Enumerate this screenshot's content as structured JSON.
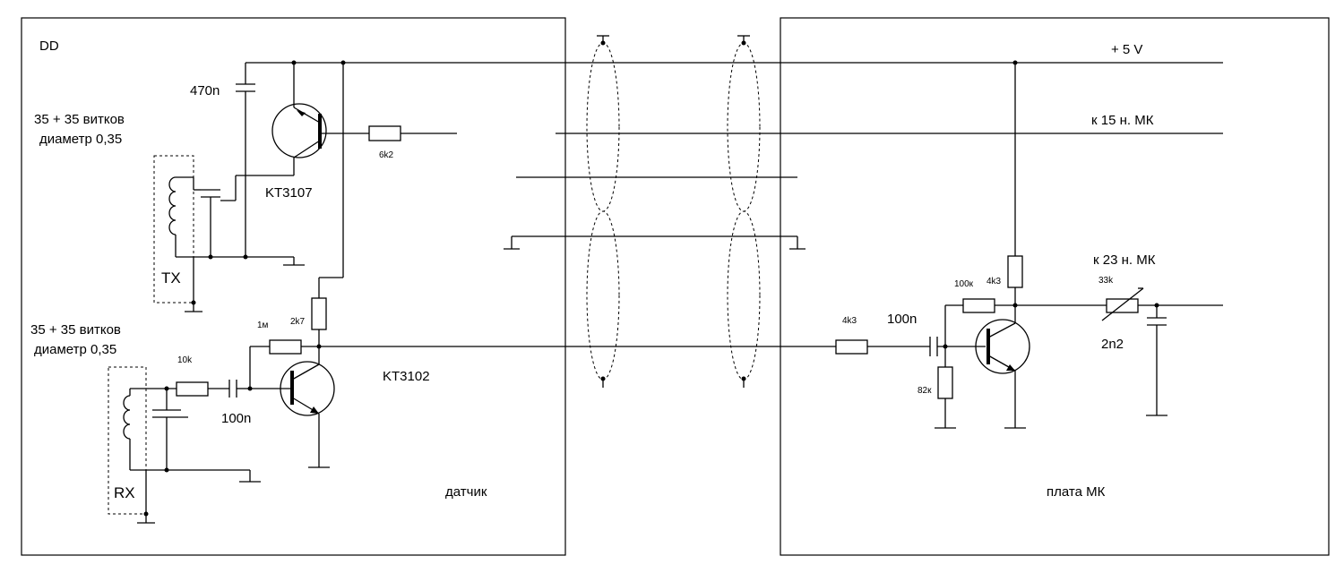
{
  "sensor": {
    "block_label": "DD",
    "title": "датчик",
    "tx_coil": {
      "turns": "35 + 35 витков",
      "diameter": "диаметр 0,35",
      "label": "TX"
    },
    "rx_coil": {
      "turns": "35 + 35 витков",
      "diameter": "диаметр 0,35",
      "label": "RX"
    },
    "components": {
      "c_tx": "470n",
      "r_tx_base": "6k2",
      "q_tx": "KT3107",
      "r_rx_in": "10k",
      "c_rx": "100n",
      "r_fb": "1м",
      "r_coll": "2k7",
      "q_rx": "KT3102"
    }
  },
  "board": {
    "title": "плата МК",
    "rails": {
      "vcc": "+ 5 V",
      "pin15": "к 15 н. МК",
      "pin23": "к 23 н. МК"
    },
    "components": {
      "r_in": "4k3",
      "c_in": "100n",
      "r_bias_top": "100к",
      "r_load": "4k3",
      "r_bias_bot": "82к",
      "r_pot": "33k",
      "c_out": "2n2"
    }
  }
}
